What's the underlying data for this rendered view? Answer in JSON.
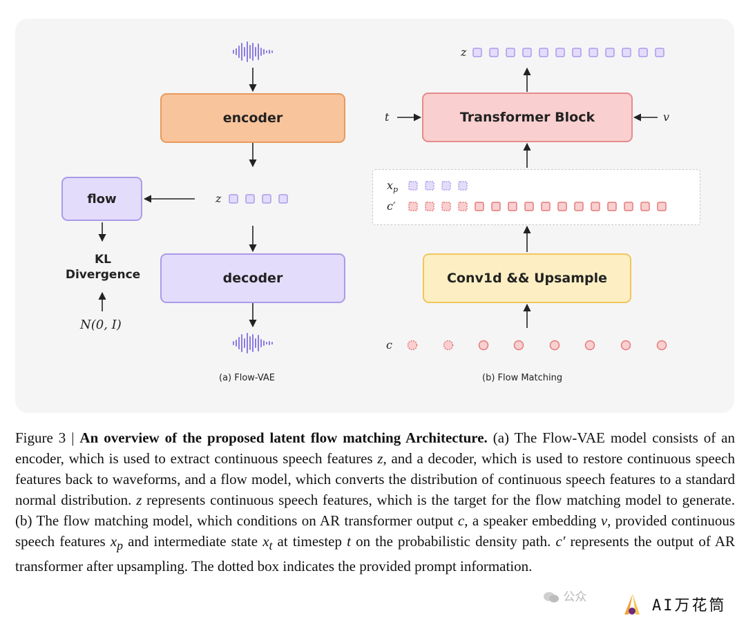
{
  "figure": {
    "encoder_label": "encoder",
    "decoder_label": "decoder",
    "flow_label": "flow",
    "kl_label": "KL Divergence",
    "normal_label": "N(0, I)",
    "z_label": "z",
    "transformer_label": "Transformer Block",
    "conv_label": "Conv1d && Upsample",
    "t_label": "t",
    "v_label": "v",
    "xp_label": "x",
    "xp_sub": "p",
    "cprime_label": "c′",
    "c_label": "c",
    "caption_a": "(a) Flow-VAE",
    "caption_b": "(b) Flow Matching"
  },
  "caption": {
    "prefix": "Figure 3 | ",
    "title": "An overview of the proposed latent flow matching Architecture.",
    "t1": " (a) The Flow-VAE model consists of an encoder, which is used to extract continuous speech features ",
    "z1": "z",
    "t2": ", and a decoder, which is used to restore continuous speech features back to waveforms, and a flow model, which converts the distribution of continuous speech features to a standard normal distribution. ",
    "z2": "z",
    "t3": " represents continuous speech features, which is the target for the flow matching model to generate. (b) The flow matching model, which conditions on AR transformer output ",
    "c1": "c",
    "t4": ", a speaker embedding ",
    "v1": "v",
    "t5": ", provided continuous speech features ",
    "xp_base": "x",
    "xp_sub": "p",
    "t6": " and intermediate state ",
    "xt_base": "x",
    "xt_sub": "t",
    "t7": " at timestep ",
    "t_var": "t",
    "t8": " on the probabilistic density path. ",
    "cprime": "c′",
    "t9": " represents the output of AR transformer after upsampling. The dotted box indicates the provided prompt information."
  },
  "watermark": "公众",
  "brand": "AI万花筒",
  "colors": {
    "encoder": "#f8c49c",
    "decoder": "#e4dcfb",
    "transformer": "#f9cfcf",
    "conv": "#fdefc3",
    "latent_square": "#a99be8",
    "cond_red": "#e57a7a"
  }
}
